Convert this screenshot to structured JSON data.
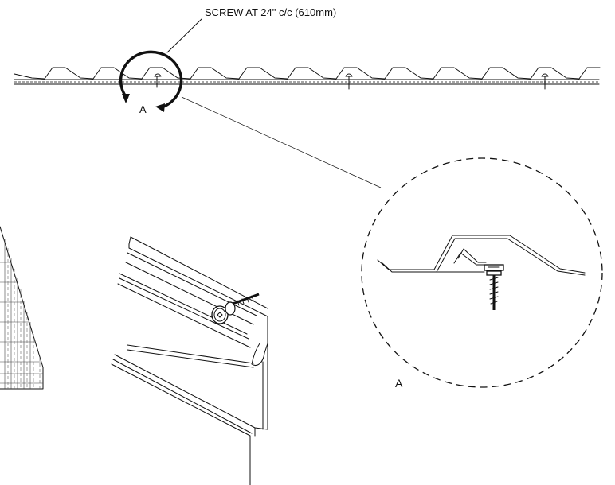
{
  "annotations": {
    "screw_spacing": "SCREW AT 24\" c/c (610mm)",
    "callout_marker": "A",
    "detail_label": "A"
  },
  "colors": {
    "line": "#111111",
    "background": "#ffffff"
  },
  "icons": [
    "screw-icon",
    "detail-callout-circle",
    "dashed-detail-circle"
  ]
}
